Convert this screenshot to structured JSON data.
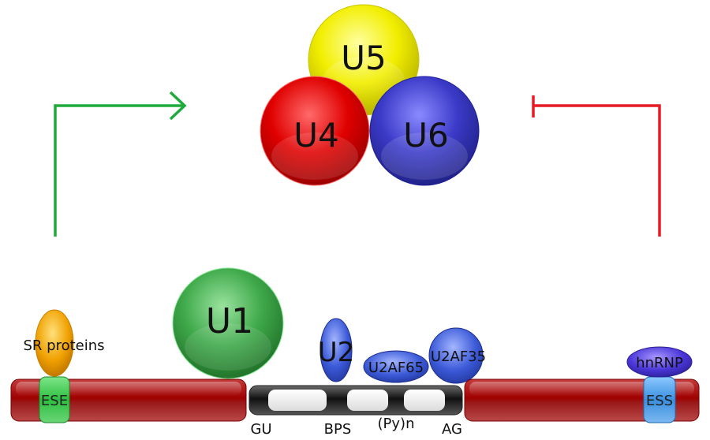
{
  "snrnps": {
    "u5": "U5",
    "u4": "U4",
    "u6": "U6",
    "u1": "U1",
    "u2": "U2"
  },
  "factors": {
    "sr_proteins": "SR proteins",
    "u2af65": "U2AF65",
    "u2af35": "U2AF35",
    "hnrnp": "hnRNP"
  },
  "elements": {
    "ese": "ESE",
    "ess": "ESS"
  },
  "intron_labels": {
    "gu": "GU",
    "bps": "BPS",
    "py": "(Py)n",
    "ag": "AG"
  },
  "colors": {
    "exon": "#a00000",
    "activation_arrow": "#1faa3c",
    "inhibition_arrow": "#e51c23",
    "u5": "#f2ee00",
    "u4": "#e00000",
    "u6": "#3a3ac8",
    "u1": "#3fa94a",
    "u2_group": "#3c5ad8",
    "sr": "#f0a000",
    "hnrnp": "#4a36d8"
  }
}
